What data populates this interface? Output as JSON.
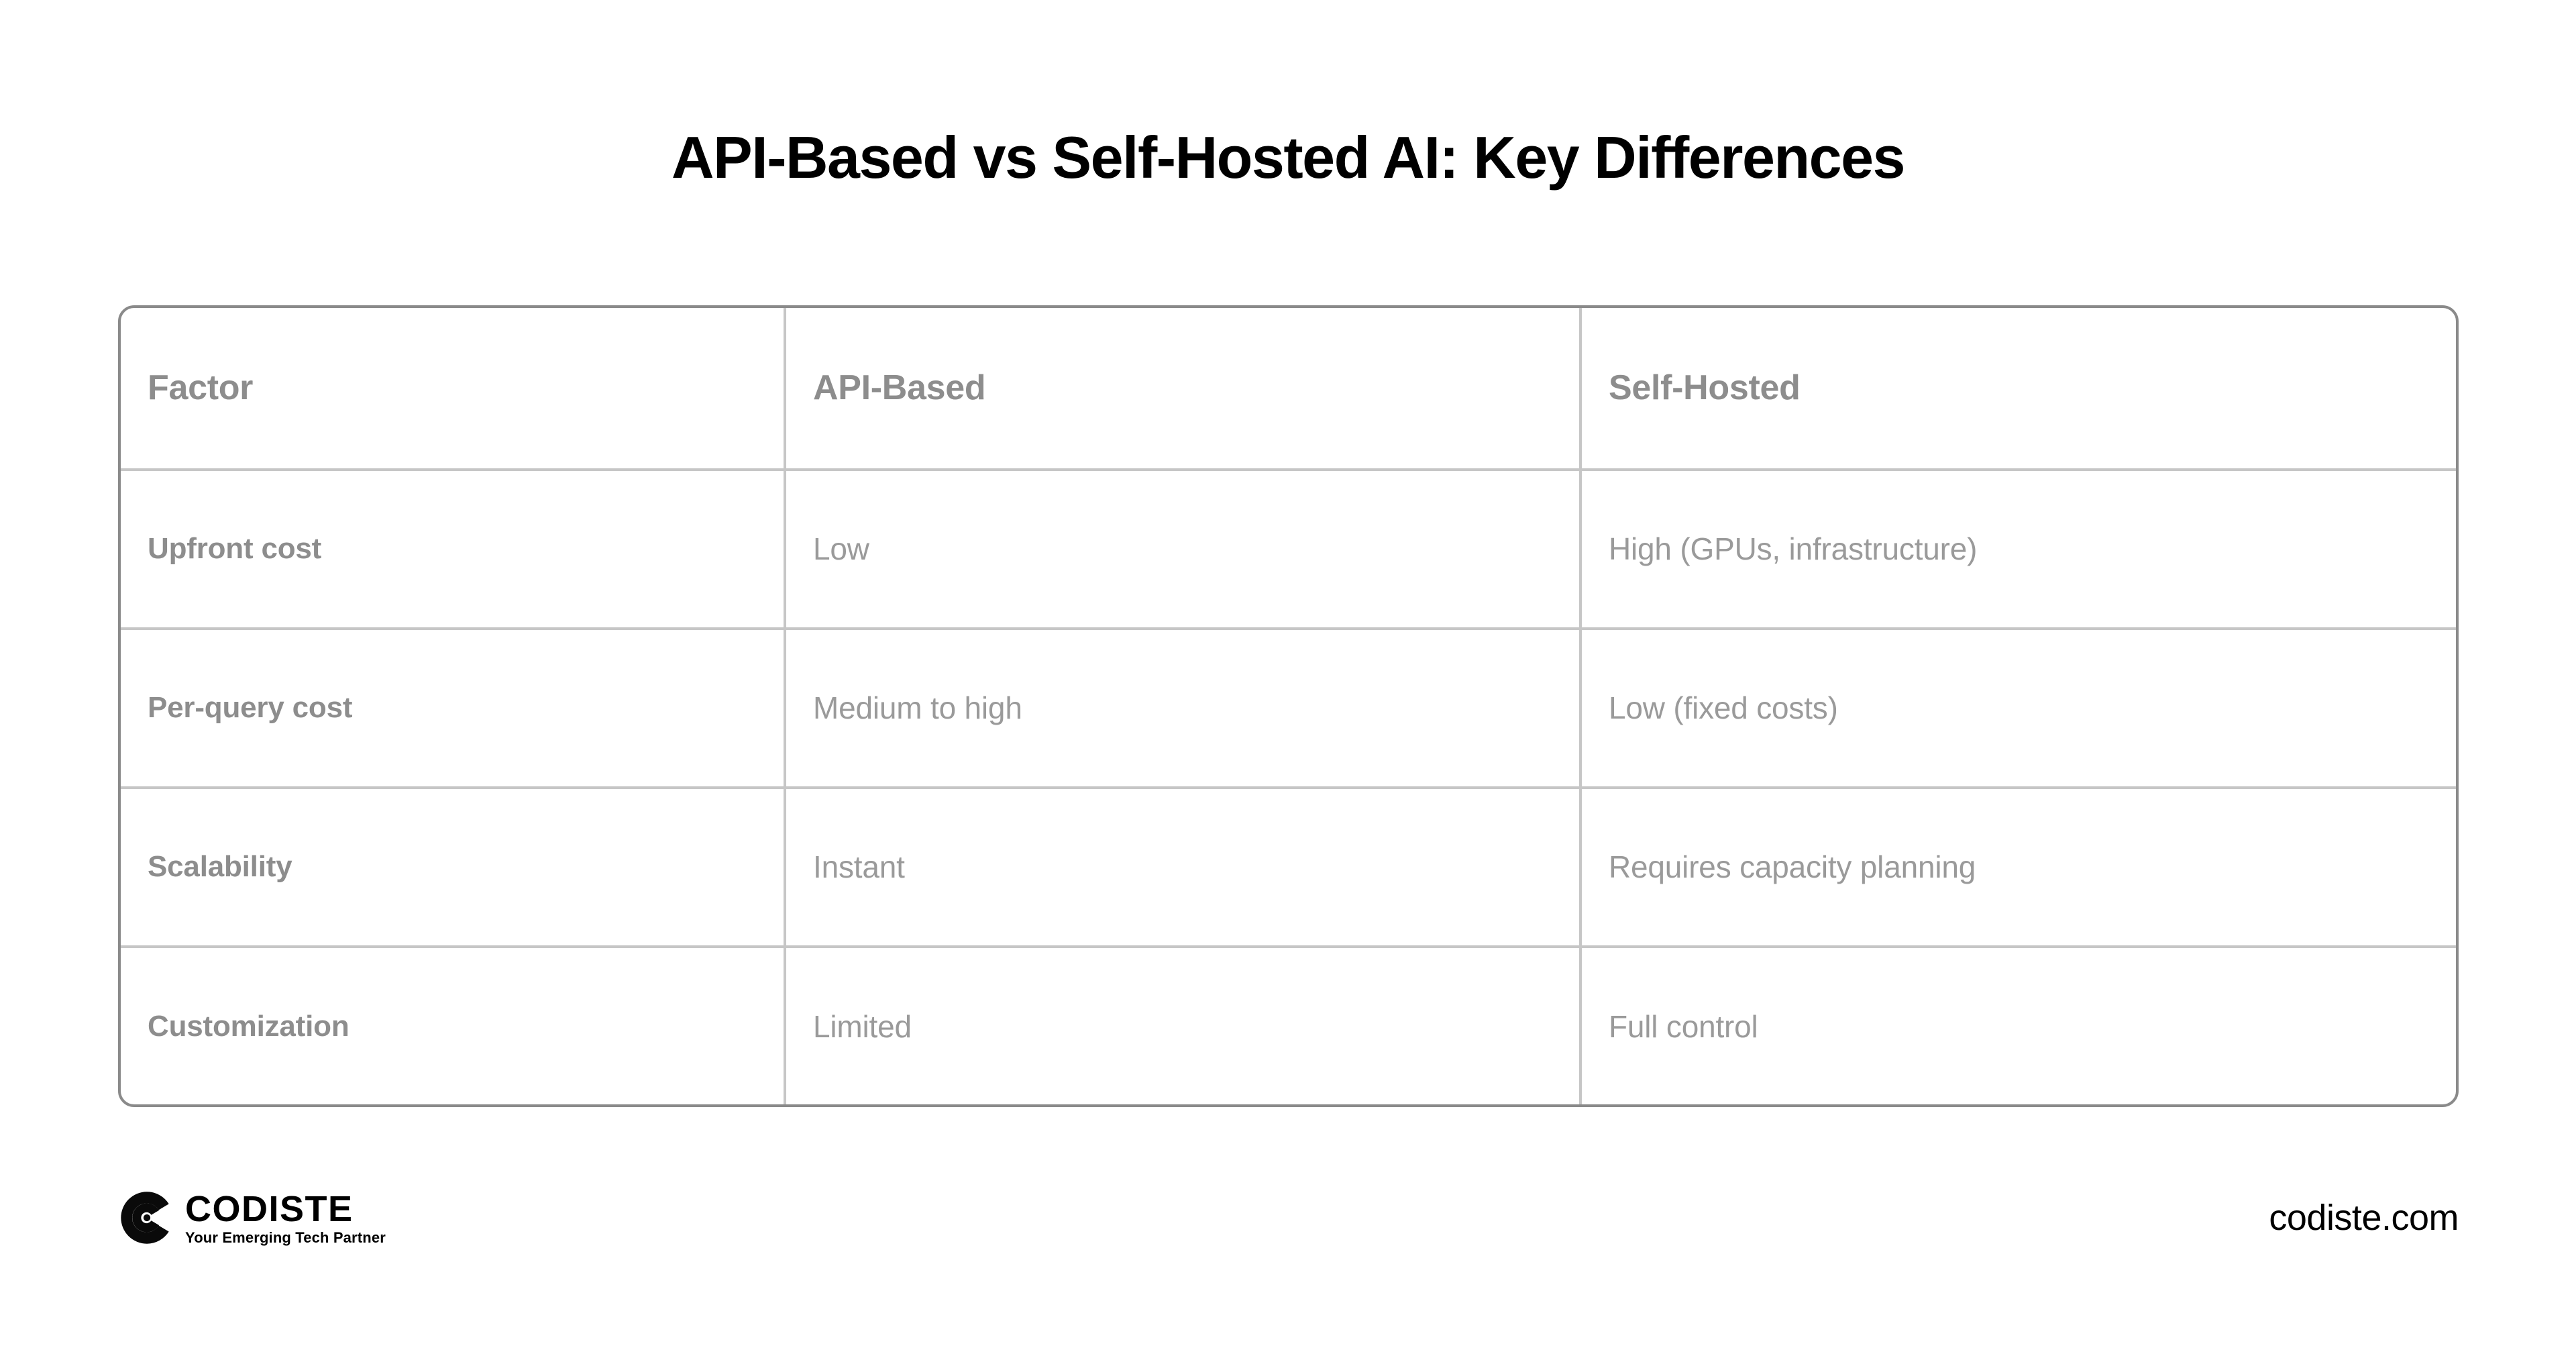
{
  "page": {
    "title": "API-Based vs Self-Hosted AI: Key Differences",
    "background_color": "#ffffff"
  },
  "table": {
    "border_color": "#8a8a8a",
    "divider_color": "#c6c6c6",
    "header_text_color": "#8d8d8d",
    "body_text_color": "#9a9a9a",
    "columns": [
      "Factor",
      "API-Based",
      "Self-Hosted"
    ],
    "rows": [
      {
        "factor": "Upfront cost",
        "api_based": "Low",
        "self_hosted": "High (GPUs, infrastructure)"
      },
      {
        "factor": "Per-query cost",
        "api_based": "Medium to high",
        "self_hosted": "Low (fixed costs)"
      },
      {
        "factor": "Scalability",
        "api_based": "Instant",
        "self_hosted": "Requires capacity planning"
      },
      {
        "factor": "Customization",
        "api_based": "Limited",
        "self_hosted": "Full control"
      }
    ]
  },
  "footer": {
    "logo_icon": "codiste-concentric-c-logo-icon",
    "brand_name": "CODISTE",
    "brand_tagline": "Your Emerging Tech Partner",
    "site_url": "codiste.com"
  }
}
